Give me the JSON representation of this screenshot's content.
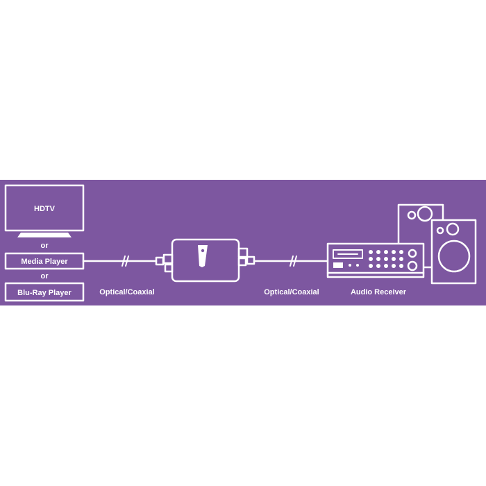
{
  "colors": {
    "banner": "#7d57a0",
    "line": "#ffffff",
    "page": "#ffffff"
  },
  "sources": {
    "hdtv_label": "HDTV",
    "or_1": "or",
    "media_player_label": "Media Player",
    "or_2": "or",
    "bluray_label": "Blu-Ray Player"
  },
  "connections": {
    "input_cable_label": "Optical/Coaxial",
    "output_cable_label": "Optical/Coaxial"
  },
  "converter": {
    "icon": "converter-box-icon"
  },
  "destination": {
    "receiver_label": "Audio Receiver",
    "receiver_icon": "audio-receiver-icon",
    "speaker_icon": "speaker-icon"
  }
}
